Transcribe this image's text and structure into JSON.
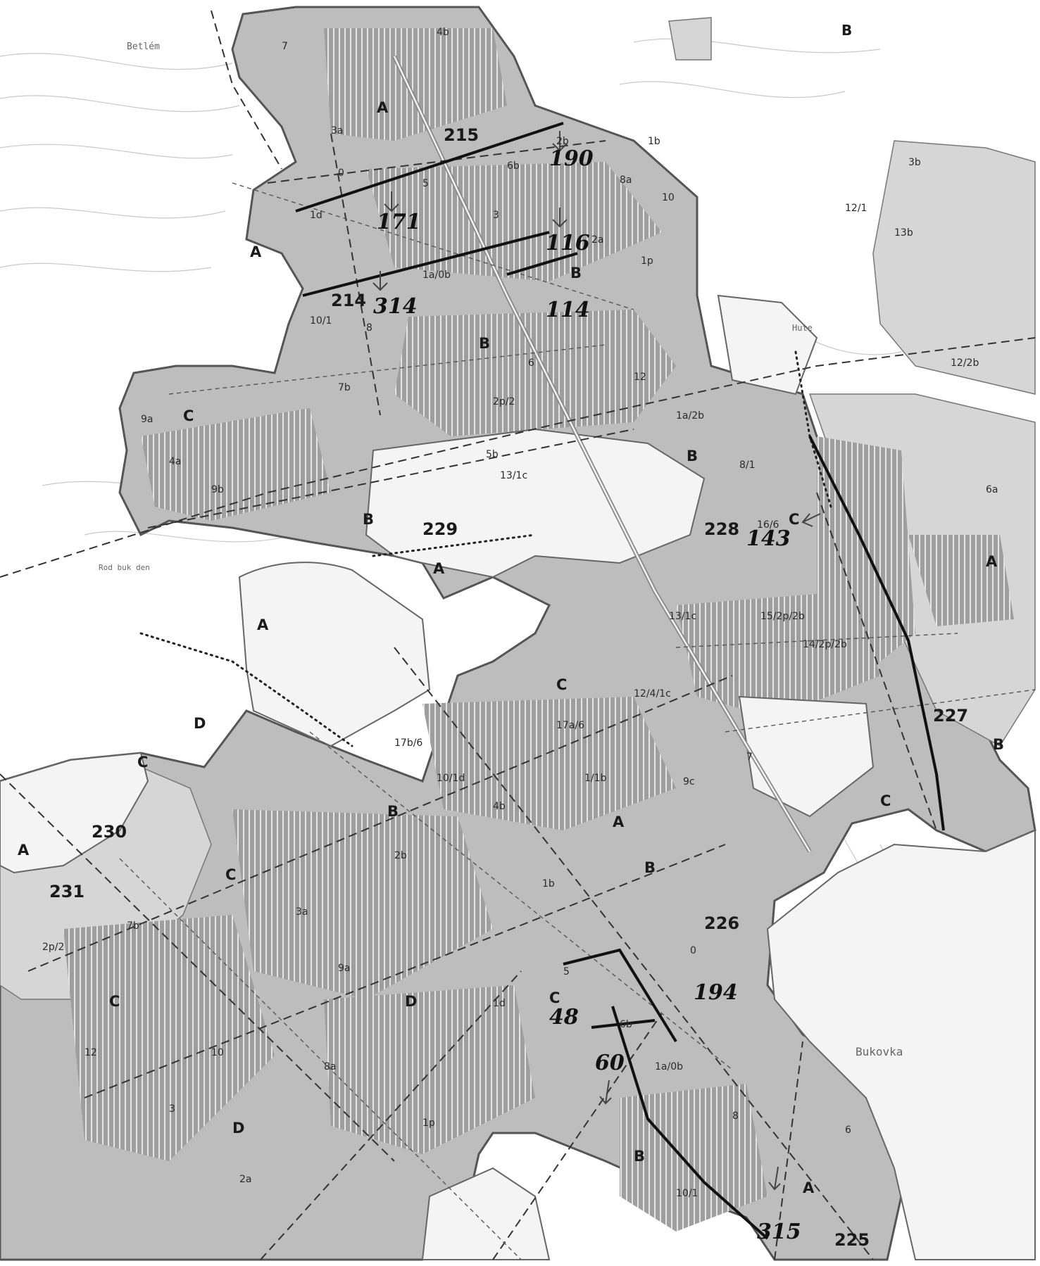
{
  "map": {
    "places": {
      "betlem": "Betlém",
      "bukovka": "Bukovka",
      "rod_bukden": "Rod buk den",
      "hute": "Hute"
    },
    "sectors": [
      {
        "id": "s215",
        "label": "215"
      },
      {
        "id": "s214",
        "label": "214"
      },
      {
        "id": "s229",
        "label": "229"
      },
      {
        "id": "s228",
        "label": "228"
      },
      {
        "id": "s227",
        "label": "227"
      },
      {
        "id": "s230",
        "label": "230"
      },
      {
        "id": "s231",
        "label": "231"
      },
      {
        "id": "s226",
        "label": "226"
      },
      {
        "id": "s225",
        "label": "225"
      }
    ],
    "letters": [
      "A",
      "B",
      "C",
      "D"
    ],
    "handwritten": [
      {
        "id": "h190",
        "label": "190"
      },
      {
        "id": "h171",
        "label": "171"
      },
      {
        "id": "h116",
        "label": "116"
      },
      {
        "id": "h314",
        "label": "314"
      },
      {
        "id": "h114",
        "label": "114"
      },
      {
        "id": "h143",
        "label": "143"
      },
      {
        "id": "h194",
        "label": "194"
      },
      {
        "id": "h48",
        "label": "48"
      },
      {
        "id": "h60",
        "label": "60"
      },
      {
        "id": "h315",
        "label": "315"
      }
    ],
    "cells": [
      "7",
      "4b",
      "2b",
      "1b",
      "3a",
      "0",
      "5",
      "6b",
      "1d",
      "8a",
      "10",
      "3",
      "2a",
      "1p",
      "1a/0b",
      "10/1",
      "8",
      "6",
      "12",
      "2p/2",
      "7b",
      "9a",
      "4a",
      "9b",
      "13/1c",
      "5b",
      "1a/2b",
      "8/1",
      "16/6",
      "3b",
      "13b",
      "12/1",
      "12/2b",
      "6a",
      "13/1c",
      "15/2p/2b",
      "14/2p/2b",
      "12/4/1c",
      "17a/6",
      "17b/6",
      "10/1d",
      "1/1b",
      "9c"
    ],
    "corner_label": "B"
  }
}
